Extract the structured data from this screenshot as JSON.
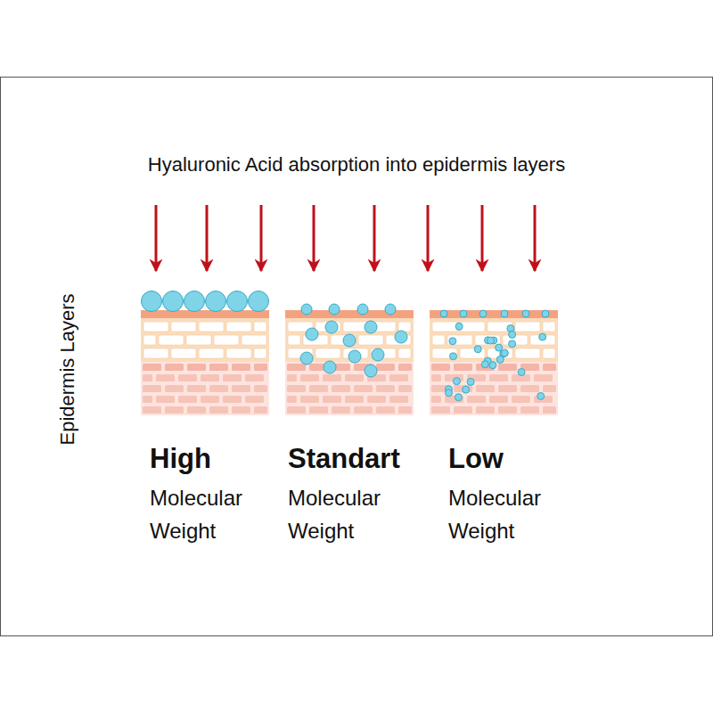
{
  "diagram": {
    "title": "Hyaluronic Acid absorption into epidermis layers",
    "labels": [
      "Epidermis Layers",
      "High",
      "Molecular Weight",
      "Standart",
      "Molecular Weight",
      "Low",
      "Molecular Weight"
    ]
  }
}
